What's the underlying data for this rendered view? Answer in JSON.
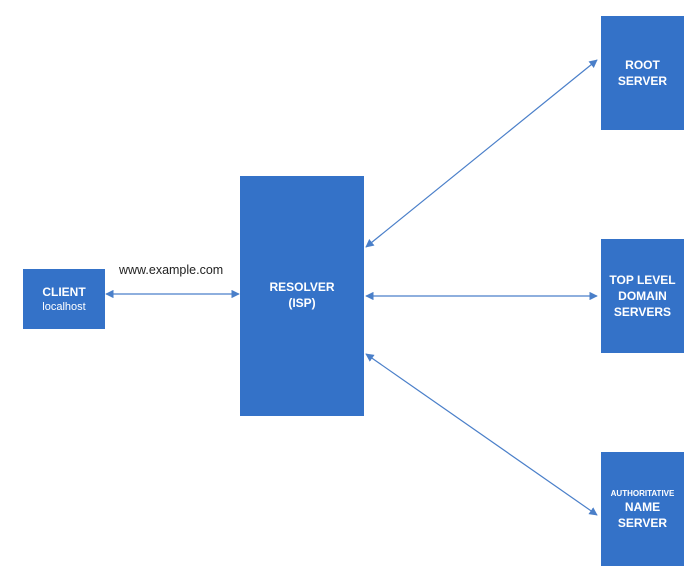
{
  "nodes": {
    "client": {
      "title": "CLIENT",
      "subtitle": "localhost"
    },
    "resolver": {
      "line1": "RESOLVER",
      "line2": "(ISP)"
    },
    "root": {
      "line1": "ROOT",
      "line2": "SERVER"
    },
    "tld": {
      "line1": "TOP LEVEL",
      "line2": "DOMAIN",
      "line3": "SERVERS"
    },
    "auth": {
      "line1": "AUTHORITATIVE",
      "line2": "NAME",
      "line3": "SERVER"
    }
  },
  "edges": {
    "client_resolver_label": "www.example.com"
  },
  "colors": {
    "box_fill": "#3472c8",
    "arrow": "#4a7fc9"
  }
}
